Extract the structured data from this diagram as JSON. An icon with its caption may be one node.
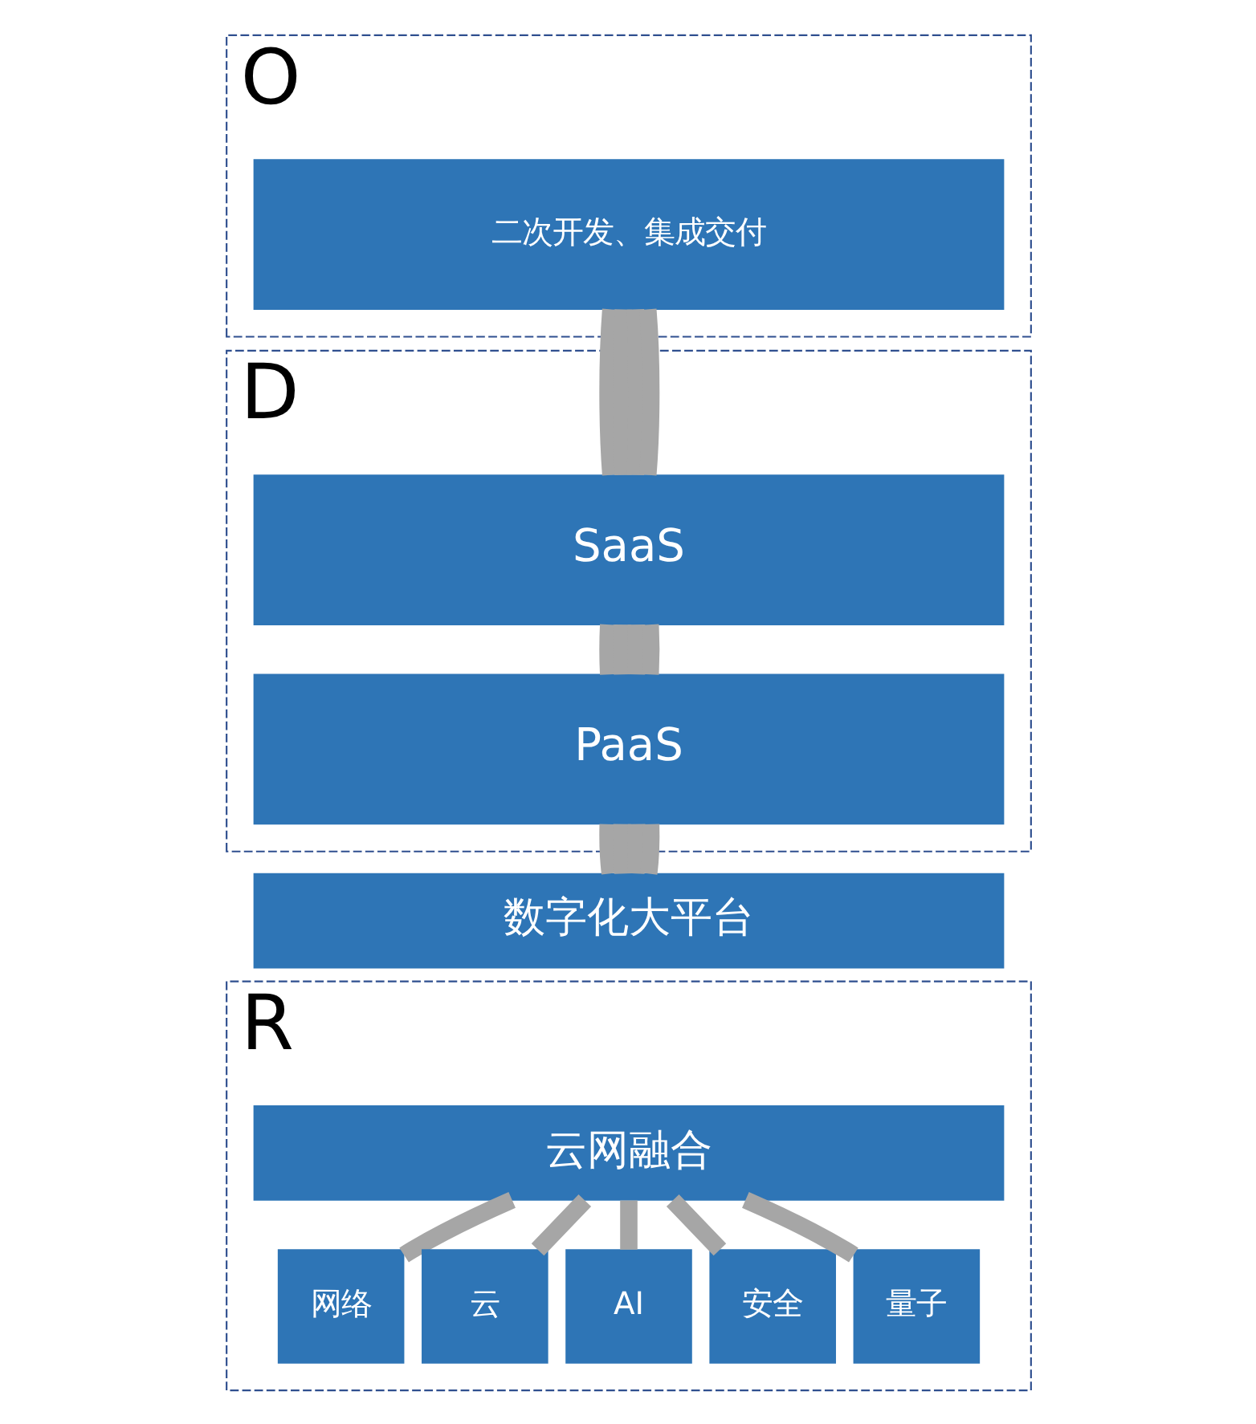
{
  "diagram": {
    "nodes": [
      {
        "text": [
          "O"
        ]
      },
      {
        "text": [
          "二次开发、集成交付"
        ],
        "in": 0
      },
      {
        "text": [
          "D"
        ]
      },
      {
        "text": [
          "SaaS"
        ],
        "in": 2
      },
      {
        "text": [
          "PaaS"
        ],
        "in": 2
      },
      {
        "text": [
          "数字化大平台"
        ]
      },
      {
        "text": [
          "R"
        ]
      },
      {
        "text": [
          "云网融合"
        ],
        "in": 6
      },
      {
        "text": [
          "网络"
        ],
        "in": 6
      },
      {
        "text": [
          "云"
        ],
        "in": 6
      },
      {
        "text": [
          "AI"
        ],
        "in": 6
      },
      {
        "text": [
          "安全"
        ],
        "in": 6
      },
      {
        "text": [
          "量子"
        ],
        "in": 6
      }
    ],
    "edges": [
      {
        "from": 1,
        "to": 3,
        "arrow": "none"
      },
      {
        "from": 1,
        "to": 3,
        "arrow": "none"
      },
      {
        "from": 1,
        "to": 3,
        "arrow": "none"
      },
      {
        "from": 1,
        "to": 3,
        "arrow": "none"
      },
      {
        "from": 3,
        "to": 4,
        "arrow": "none"
      },
      {
        "from": 3,
        "to": 4,
        "arrow": "none"
      },
      {
        "from": 3,
        "to": 4,
        "arrow": "none"
      },
      {
        "from": 3,
        "to": 4,
        "arrow": "none"
      },
      {
        "from": 4,
        "to": 5,
        "arrow": "none"
      },
      {
        "from": 4,
        "to": 5,
        "arrow": "none"
      },
      {
        "from": 4,
        "to": 5,
        "arrow": "none"
      },
      {
        "from": 4,
        "to": 5,
        "arrow": "none"
      },
      {
        "from": 7,
        "to": 8,
        "arrow": "none"
      },
      {
        "from": 7,
        "to": 9,
        "arrow": "none"
      },
      {
        "from": 7,
        "to": 10,
        "arrow": "none"
      },
      {
        "from": 7,
        "to": 11,
        "arrow": "none"
      },
      {
        "from": 7,
        "to": 12,
        "arrow": "none"
      }
    ]
  }
}
